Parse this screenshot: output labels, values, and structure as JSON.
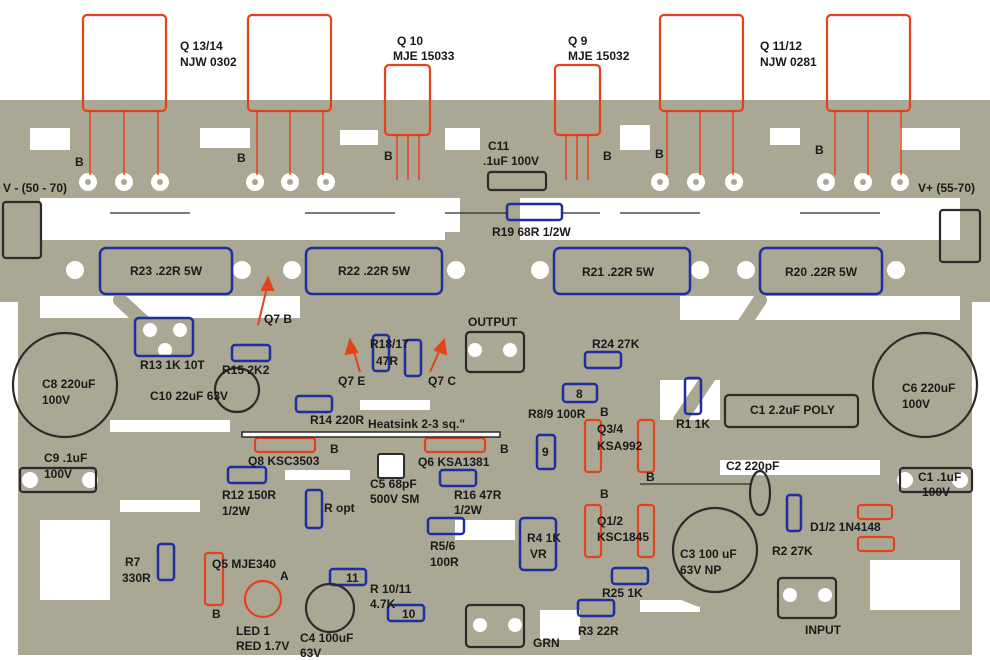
{
  "board": {
    "colors": {
      "copper": "#aaa794",
      "outline_red": "#e2431b",
      "outline_blue": "#1e2fa0",
      "outline_black": "#2b2b2b",
      "text": "#1a1a1a",
      "arrow": "#e2431b"
    }
  },
  "transistors": {
    "q13_14": {
      "ref": "Q 13/14",
      "part": "NJW 0302",
      "base": "B"
    },
    "q10": {
      "ref": "Q 10",
      "part": "MJE 15033",
      "base": "B"
    },
    "q9": {
      "ref": "Q 9",
      "part": "MJE 15032",
      "base": "B"
    },
    "q11_12": {
      "ref": "Q 11/12",
      "part": "NJW 0281",
      "base": "B"
    },
    "q8": {
      "ref": "Q8 KSC3503",
      "base": "B"
    },
    "q6": {
      "ref": "Q6 KSA1381",
      "base": "B"
    },
    "q5": {
      "ref": "Q5 MJE340",
      "a": "A",
      "b": "B"
    },
    "q3_4": {
      "ref": "Q3/4",
      "part": "KSA992",
      "base": "B"
    },
    "q1_2": {
      "ref": "Q1/2",
      "part": "KSC1845",
      "base": "B"
    },
    "q13_b": "B",
    "q11_b": "B"
  },
  "power": {
    "vneg": "V - (50 - 70)",
    "vpos": "V+ (55-70)"
  },
  "resistors": {
    "r23": "R23 .22R 5W",
    "r22": "R22 .22R 5W",
    "r21": "R21 .22R 5W",
    "r20": "R20 .22R 5W",
    "r19": "R19 68R 1/2W",
    "r13": "R13 1K 10T",
    "r15": "R15 2K2",
    "r18_17_a": "R18/17",
    "r18_17_b": "47R",
    "r14": "R14 220R",
    "r24": "R24 27K",
    "r8": "8",
    "r8_9": "R8/9 100R",
    "r9": "9",
    "r1": "R1 1K",
    "r12_a": "R12 150R",
    "r12_b": "1/2W",
    "ropt": "R opt",
    "r16_a": "R16 47R",
    "r16_b": "1/2W",
    "r5_6_a": "R5/6",
    "r5_6_b": "100R",
    "r4_a": "R4 1K",
    "r4_b": "VR",
    "r7_a": "R7",
    "r7_b": "330R",
    "r10_11_a": "R 10/11",
    "r10_11_b": "4.7K",
    "r11": "11",
    "r10": "10",
    "r25": "R25 1K",
    "r3": "R3 22R",
    "r2": "R2 27K"
  },
  "capacitors": {
    "c11_a": "C11",
    "c11_b": ".1uF 100V",
    "c8_a": "C8 220uF",
    "c8_b": "100V",
    "c10": "C10  22uF 63V",
    "c9_a": "C9 .1uF",
    "c9_b": "100V",
    "c5_a": "C5 68pF",
    "c5_b": "500V SM",
    "c4_a": "C4 100uF",
    "c4_b": "63V",
    "c3_a": "C3 100 uF",
    "c3_b": "63V NP",
    "c2": "C2 220pF",
    "c1": "C1 2.2uF POLY",
    "c6_a": "C6 220uF",
    "c6_b": "100V",
    "c1b_a": "C1 .1uF",
    "c1b_b": "100V"
  },
  "misc": {
    "q7b": "Q7 B",
    "q7e": "Q7 E",
    "q7c": "Q7 C",
    "heatsink": "Heatsink 2-3 sq.\"",
    "output": "OUTPUT",
    "led_a": "LED 1",
    "led_b": "RED 1.7V",
    "d1_2": "D1/2 1N4148",
    "input": "INPUT",
    "grn": "GRN"
  }
}
